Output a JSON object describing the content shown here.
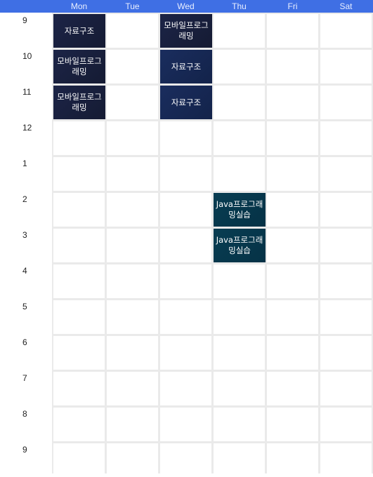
{
  "days": [
    "Mon",
    "Tue",
    "Wed",
    "Thu",
    "Fri",
    "Sat"
  ],
  "times": [
    "9",
    "10",
    "11",
    "12",
    "1",
    "2",
    "3",
    "4",
    "5",
    "6",
    "7",
    "8",
    "9"
  ],
  "events": [
    {
      "day": 0,
      "slot": 0,
      "title": "자료구조",
      "color": "navy"
    },
    {
      "day": 2,
      "slot": 0,
      "title": "모바일프로그래밍",
      "color": "navy"
    },
    {
      "day": 0,
      "slot": 1,
      "title": "모바일프로그래밍",
      "color": "navy"
    },
    {
      "day": 2,
      "slot": 1,
      "title": "자료구조",
      "color": "navy2"
    },
    {
      "day": 0,
      "slot": 2,
      "title": "모바일프로그래밍",
      "color": "navy"
    },
    {
      "day": 2,
      "slot": 2,
      "title": "자료구조",
      "color": "navy2"
    },
    {
      "day": 3,
      "slot": 5,
      "title": "Java프로그래밍실습",
      "color": "teal"
    },
    {
      "day": 3,
      "slot": 6,
      "title": "Java프로그래밍실습",
      "color": "teal"
    }
  ]
}
